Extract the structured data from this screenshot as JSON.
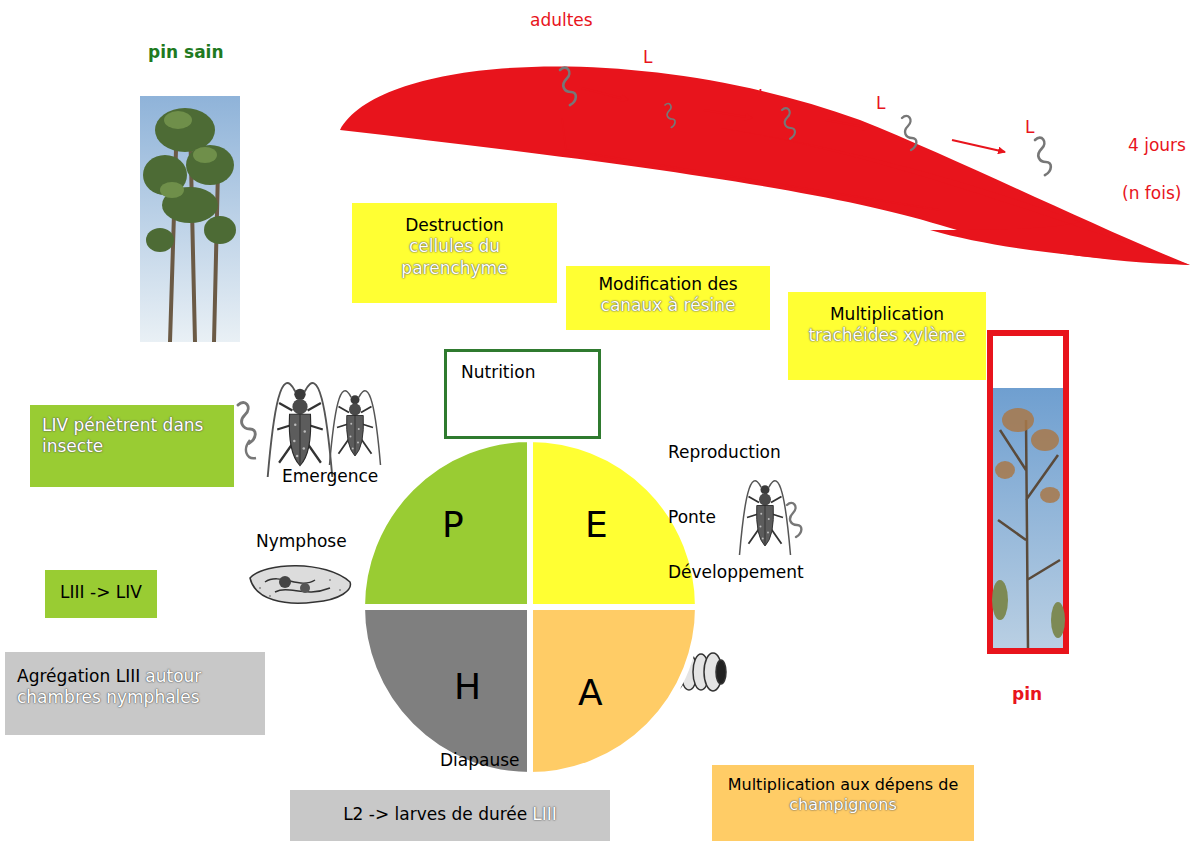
{
  "diagram": {
    "nodes": [
      {
        "text": [
          "Destruction",
          "cellules du parenchyme"
        ]
      },
      {
        "text": [
          "Modification des",
          "canaux à résine"
        ]
      },
      {
        "text": [
          "Multiplication",
          "trachéides xylème"
        ]
      },
      {
        "text": [
          "Nutrition"
        ]
      },
      {
        "text": [
          "LIV pénètrent dans insecte"
        ]
      },
      {
        "text": [
          "P"
        ]
      },
      {
        "text": [
          "E"
        ]
      },
      {
        "text": [
          "LIII -> LIV"
        ]
      },
      {
        "text": [
          "H"
        ]
      },
      {
        "text": [
          "A"
        ]
      },
      {
        "text": [
          "Agrégation LIII",
          "autour chambres nymphales"
        ]
      },
      {
        "text": [
          "Multiplication aux dépens de",
          "champignons"
        ]
      },
      {
        "text": [
          "L2 -> larves de durée",
          "LIII"
        ]
      }
    ],
    "labels": [
      "adultes",
      "L",
      "L",
      "L",
      "L",
      "4 jours",
      "(n fois)",
      "pin sain",
      "Emergence",
      "Nymphose",
      "Reproduction",
      "Ponte",
      "Développement",
      "Diapause",
      "pin"
    ]
  }
}
